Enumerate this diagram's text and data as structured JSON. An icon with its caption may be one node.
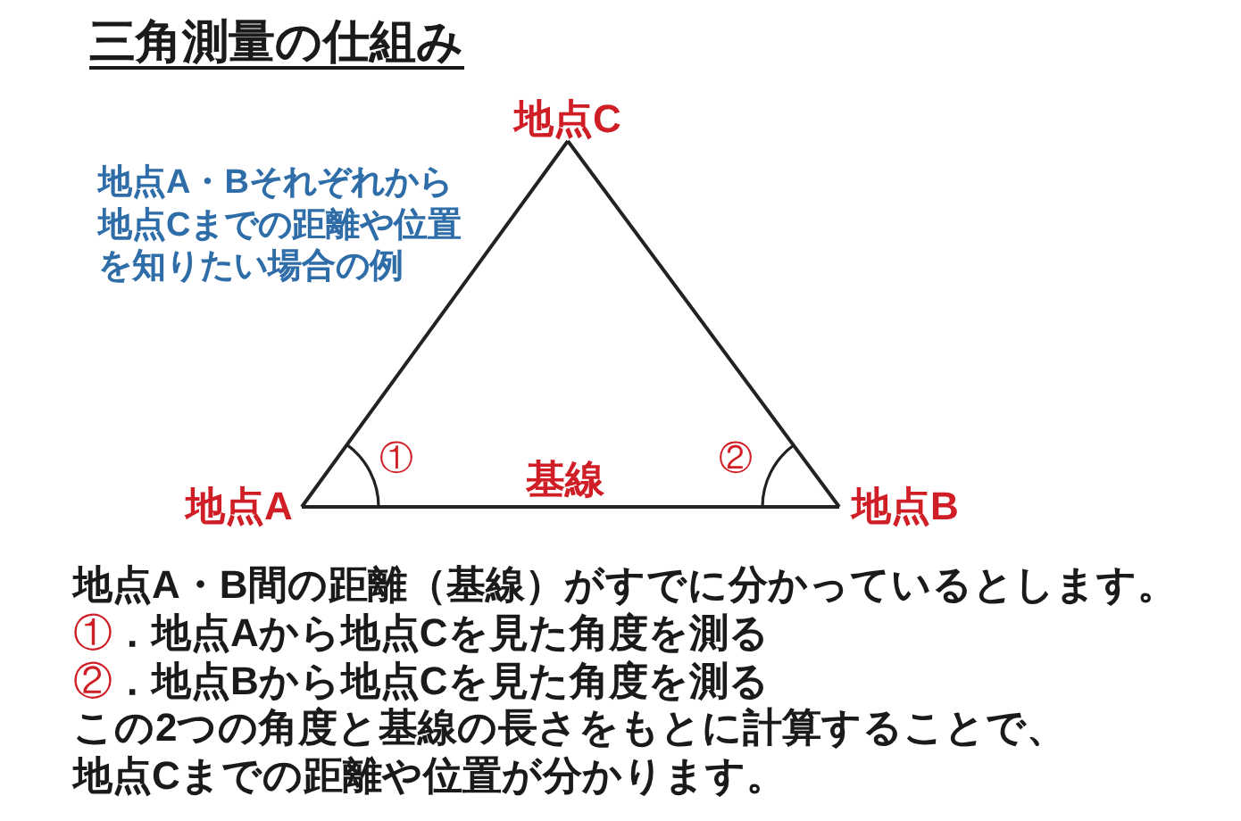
{
  "diagram": {
    "title": "三角測量の仕組み",
    "nodes": [
      {
        "text": [
          "地点C"
        ]
      },
      {
        "text": [
          "地点A"
        ]
      },
      {
        "text": [
          "地点B"
        ]
      }
    ],
    "edges": [
      {
        "from": 0,
        "to": 1,
        "arrow": "none"
      },
      {
        "from": 0,
        "to": 2,
        "arrow": "none"
      },
      {
        "from": 1,
        "to": 2,
        "arrow": "none",
        "label": "基線"
      }
    ],
    "labels": [
      "地点A・Bそれぞれから地点Cまでの距離や位置を知りたい場合の例",
      "①",
      "②",
      "地点A・B間の距離（基線）がすでに分かっているとします。",
      "①．地点Aから地点Cを見た角度を測る",
      "②．地点Bから地点Cを見た角度を測る",
      "この2つの角度と基線の長さをもとに計算することで、地点Cまでの距離や位置が分かります。"
    ]
  }
}
